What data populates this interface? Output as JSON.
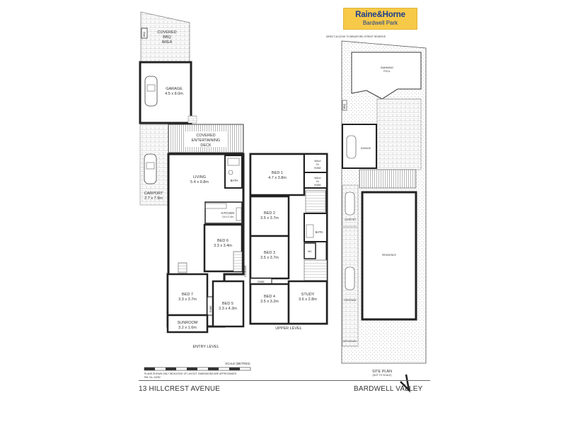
{
  "brand": {
    "name": "Raine&Horne",
    "office": "Bardwell Park",
    "color": "#f7c948",
    "text_color": "#1b3d8f"
  },
  "footer": {
    "address": "13 HILLCREST AVENUE",
    "suburb": "BARDWELL VALLEY"
  },
  "plans": {
    "entry_level": "ENTRY LEVEL",
    "upper_level": "UPPER LEVEL",
    "site_plan": "SITE PLAN",
    "site_plan_note": "(NOT TO SCALE)"
  },
  "scale": {
    "label": "SCALE (METRES)"
  },
  "disclaimer": {
    "line1": "PLANS SHOWN ONLY INDICATIVE OF LAYOUT. DIMENSIONS ARE APPROXIMATE.",
    "line2": "Ref. No. 24252"
  },
  "entry_rooms": {
    "bbq": "BBQ",
    "covered_bbq_1": "COVERED",
    "covered_bbq_2": "BBQ",
    "covered_bbq_3": "AREA",
    "garage": "GARAGE",
    "garage_dim": "4.5 x 8.0m",
    "deck_1": "COVERED",
    "deck_2": "ENTERTAINING",
    "deck_3": "DECK",
    "carport": "CARPORT",
    "carport_dim": "2.7 x 7.9m",
    "living": "LIVING",
    "living_dim": "5.4 x 9.8m",
    "bath": "BATH",
    "kitchen": "KITCHEN",
    "kitchen_dim": "3.6 x 2.3m",
    "bed6": "BED 6",
    "bed6_dim": "3.3 x 3.4m",
    "storage": "STORAGE",
    "bed7": "BED 7",
    "bed7_dim": "3.3 x 3.7m",
    "robe": "ROBE",
    "bed5": "BED 5",
    "bed5_dim": "3.3 x 4.3m",
    "sunroom": "SUNROOM",
    "sunroom_dim": "3.2 x 1.6m"
  },
  "upper_rooms": {
    "bed1": "BED 1",
    "bed1_dim": "4.7 x 3.8m",
    "walkin_a1": "WALK",
    "walkin_a2": "IN",
    "walkin_a3": "ROBE",
    "walkin_b1": "WALK",
    "walkin_b2": "IN",
    "walkin_b3": "ROBE",
    "bed2": "BED 2",
    "bed2_dim": "3.5 x 3.7m",
    "bath": "BATH",
    "bed3": "BED 3",
    "bed3_dim": "3.5 x 3.7m",
    "wc": "WC",
    "robe": "ROBE",
    "bed4": "BED 4",
    "bed4_dim": "3.5 x 3.2m",
    "study": "STUDY",
    "study_dim": "3.6 x 2.8m"
  },
  "site_rooms": {
    "access": "DIRECT ACCESS TO BRADFORD STREET RESERVE",
    "pool_1": "SWIMMING",
    "pool_2": "POOL",
    "bbq": "BBQ",
    "garage": "GARAGE",
    "carport": "CARPORT",
    "residence": "RESIDENCE",
    "driveway": "DRIVEWAY",
    "frontage": "BROADWAY"
  },
  "compass": {
    "letter": "N"
  }
}
